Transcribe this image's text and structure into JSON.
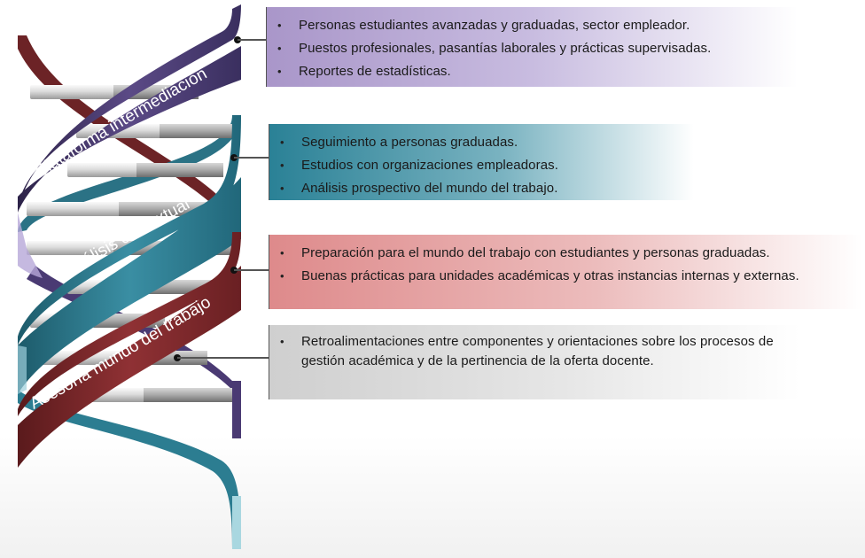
{
  "helix": {
    "labels": {
      "platform": "Plataforma intermediación",
      "analysis": "Análisis contextual",
      "advisory": "Asesoría mundo del trabajo"
    }
  },
  "boxes": [
    {
      "id": "plataforma",
      "color": "#a996c9",
      "items": [
        "Personas estudiantes avanzadas y graduadas, sector empleador.",
        "Puestos profesionales, pasantías laborales y prácticas supervisadas.",
        "Reportes de estadísticas."
      ]
    },
    {
      "id": "analisis",
      "color": "#2a8196",
      "items": [
        "Seguimiento a personas graduadas.",
        "Estudios con organizaciones empleadoras.",
        "Análisis prospectivo del mundo del trabajo."
      ]
    },
    {
      "id": "asesoria",
      "color": "#de8a8b",
      "items": [
        "Preparación para el mundo del trabajo con estudiantes y personas graduadas.",
        "Buenas prácticas para unidades académicas y otras instancias internas y externas."
      ]
    },
    {
      "id": "retroalimentacion",
      "color": "#cfcfcf",
      "items": [
        "Retroalimentaciones entre componentes y orientaciones sobre los procesos de gestión académica y de la pertinencia de la oferta docente."
      ]
    }
  ]
}
